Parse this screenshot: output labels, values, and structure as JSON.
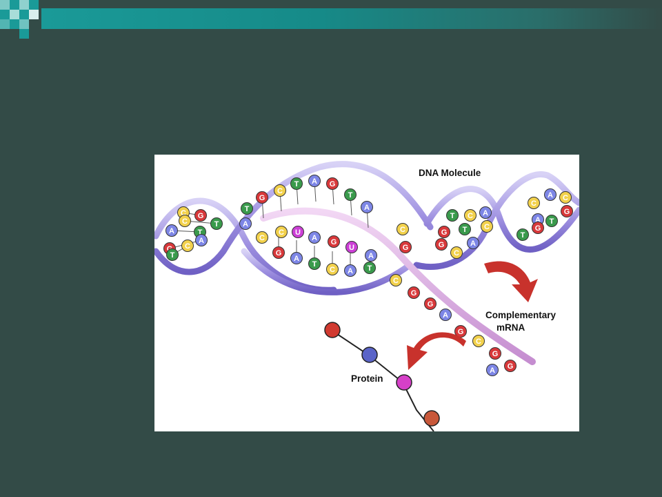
{
  "slide": {
    "accent_colors": [
      "#1aa2a0",
      "#334b47"
    ]
  },
  "figure": {
    "labels": {
      "dna_molecule": "DNA Molecule",
      "complementary": "Complementary",
      "mrna": "mRNA",
      "protein": "Protein"
    },
    "base_colors": {
      "A": "#7d86e6",
      "T": "#3a9a4c",
      "G": "#d8383a",
      "C": "#f2d14c",
      "U": "#cc3fd6"
    },
    "helix_left_bases": [
      [
        "C",
        "G"
      ],
      [
        "A",
        "T"
      ],
      [
        "C",
        "T"
      ],
      [
        "G",
        "A"
      ],
      [
        "T",
        "C"
      ]
    ],
    "helix_top_bases": [
      "G",
      "C",
      "T",
      "A",
      "G",
      "T",
      "A"
    ],
    "mrna_strand_bases": [
      "C",
      "U",
      "A",
      "G",
      "U",
      "A"
    ],
    "lower_strand_bases": [
      "G",
      "A",
      "T",
      "C",
      "A",
      "T"
    ],
    "mrna_tail_bases": [
      "C",
      "G",
      "G",
      "A",
      "G",
      "C",
      "G",
      "A",
      "G"
    ],
    "helix_right_bases": [
      "A",
      "C",
      "T",
      "G",
      "T",
      "C",
      "A",
      "C",
      "G"
    ],
    "protein_bead_colors": [
      "#d13a30",
      "#5a64c8",
      "#d640c8",
      "#c8583a"
    ]
  }
}
